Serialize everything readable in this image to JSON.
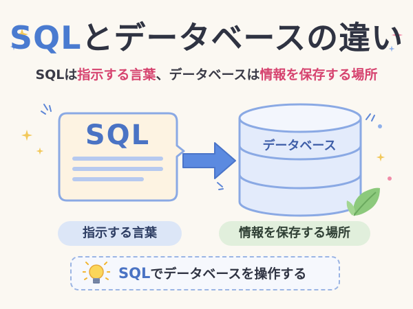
{
  "title": {
    "sql": "SQL",
    "rest": "とデータベースの違い"
  },
  "subtitle": {
    "part1": "SQLは",
    "part2": "指示する言葉",
    "part3": "、データベースは",
    "part4": "情報を保存する場所"
  },
  "sql_card": {
    "label": "SQL",
    "icon": "speech-document-icon"
  },
  "database": {
    "label": "データベース",
    "icon": "database-cylinder-icon"
  },
  "captions": {
    "left": "指示する言葉",
    "right": "情報を保存する場所"
  },
  "summary": {
    "sql": "SQL",
    "rest": "でデータベースを操作する",
    "icon": "lightbulb-icon"
  },
  "colors": {
    "accent_blue": "#4a7bd0",
    "accent_pink": "#d6436f",
    "card_fill": "#fdf3e2",
    "db_fill": "#e3ebfb",
    "leaf_green": "#8cc97c"
  }
}
